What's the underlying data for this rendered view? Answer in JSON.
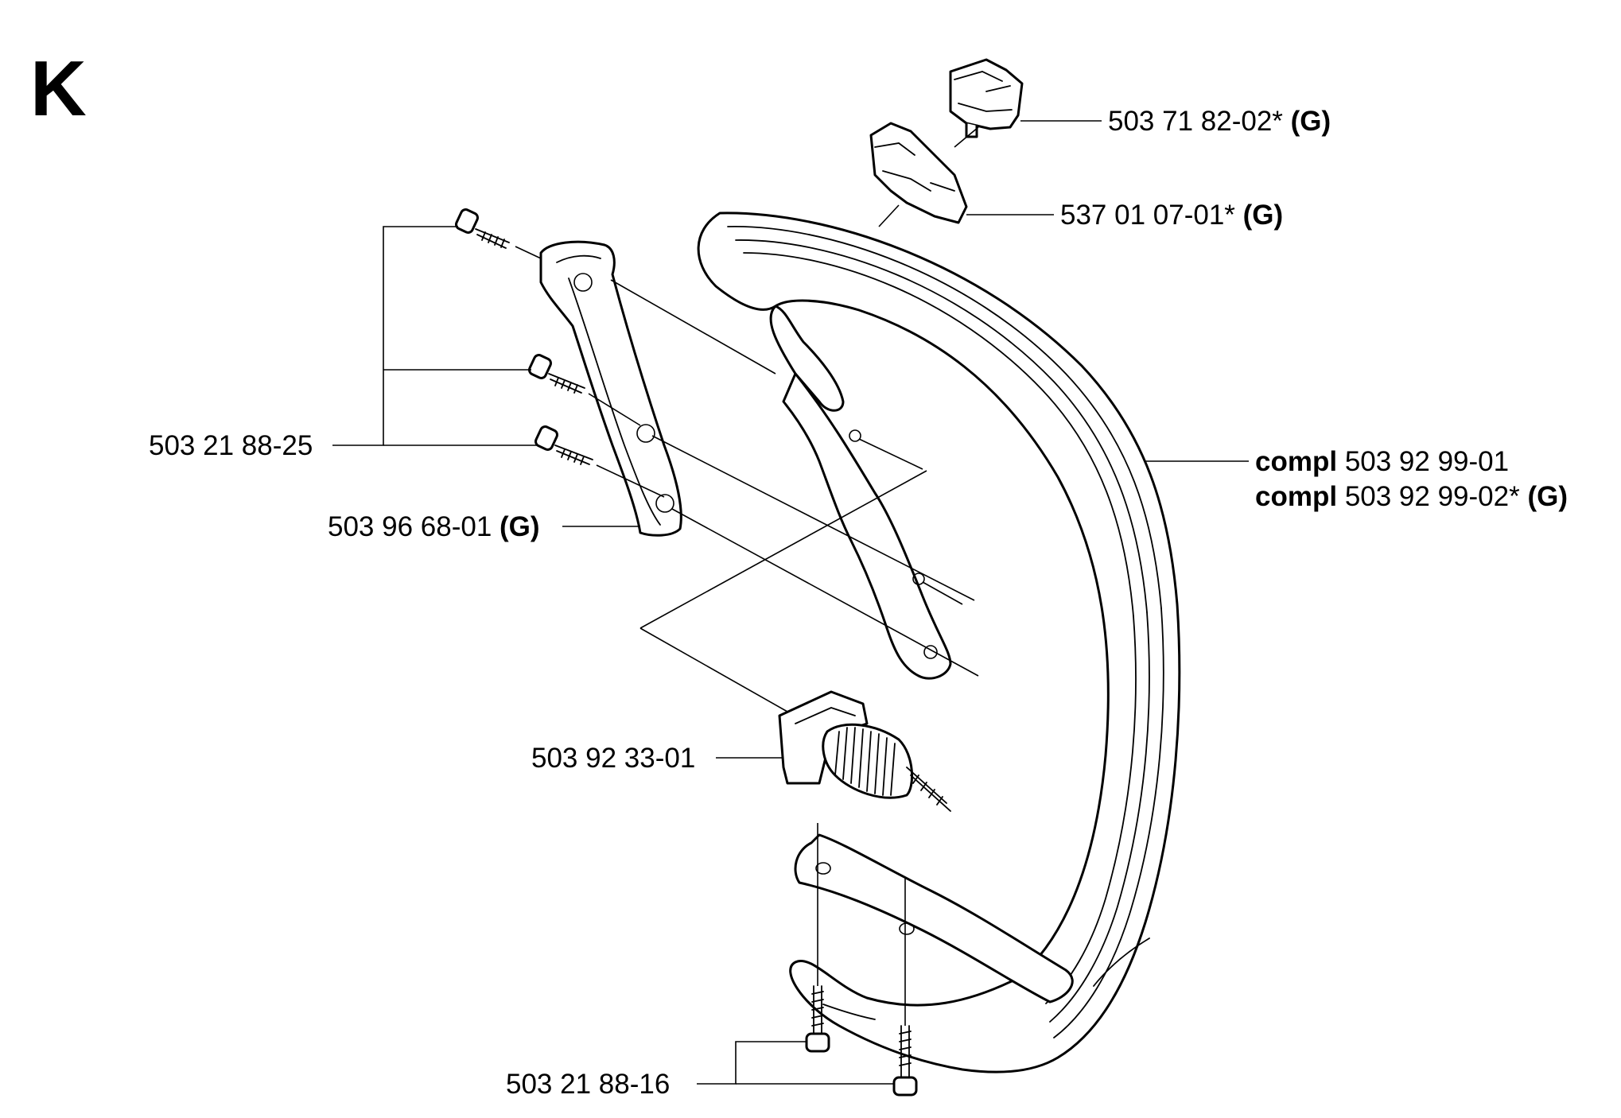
{
  "diagram": {
    "section_letter": "K",
    "callouts": [
      {
        "id": "switch_top",
        "part": "503 71 82-02*",
        "suffix": "(G)"
      },
      {
        "id": "switch_lower",
        "part": "537 01 07-01*",
        "suffix": "(G)"
      },
      {
        "id": "bracket_screws",
        "part": "503 21 88-25",
        "suffix": ""
      },
      {
        "id": "bracket",
        "part": "503 96 68-01",
        "suffix": "(G)"
      },
      {
        "id": "handle_compl_1",
        "prefix": "compl",
        "part": "503 92 99-01",
        "suffix": ""
      },
      {
        "id": "handle_compl_2",
        "prefix": "compl",
        "part": "503 92 99-02*",
        "suffix": "(G)"
      },
      {
        "id": "damper_spring",
        "part": "503 92 33-01",
        "suffix": ""
      },
      {
        "id": "bottom_screws",
        "part": "503 21 88-16",
        "suffix": ""
      }
    ]
  }
}
